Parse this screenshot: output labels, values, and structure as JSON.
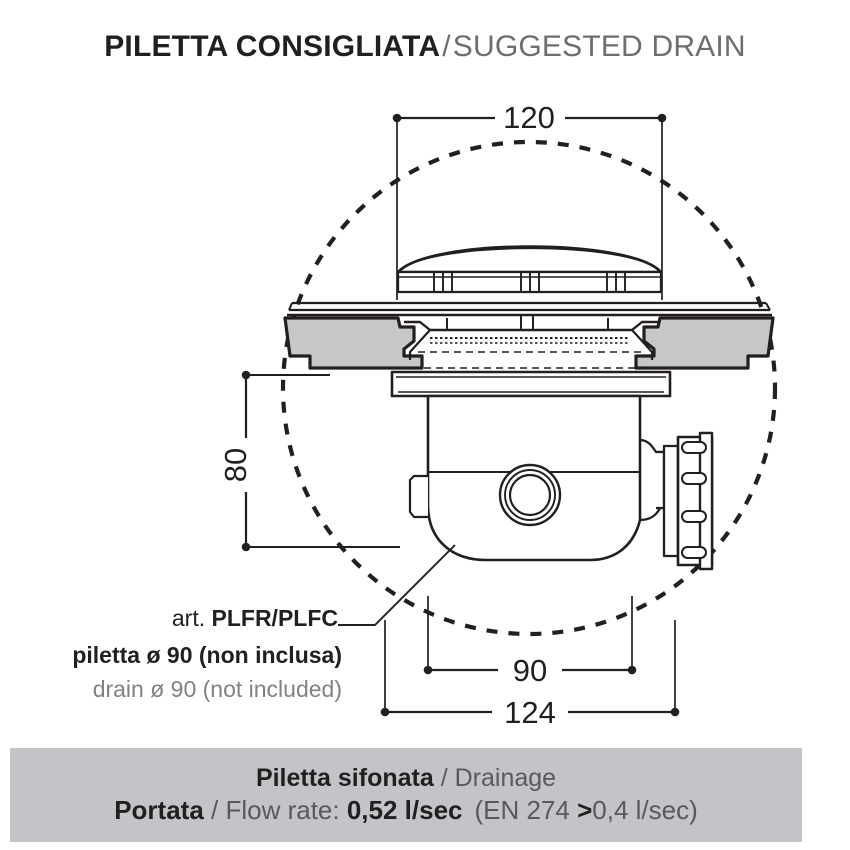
{
  "title": {
    "bold": "PILETTA CONSIGLIATA",
    "separator": "/",
    "light": "SUGGESTED DRAIN"
  },
  "dimensions": {
    "top_width": "120",
    "height_left": "80",
    "bottom_inner": "90",
    "bottom_outer": "124"
  },
  "annotation": {
    "line1_lead": "art. ",
    "line1_code": "PLFR/PLFC",
    "line2": "piletta ø 90 (non inclusa)",
    "line3": "drain ø 90 (not included)"
  },
  "footer": {
    "line1_bold": "Piletta sifonata",
    "line1_sep": " / ",
    "line1_light": "Drainage",
    "line2_bold": "Portata",
    "line2_sep": " / ",
    "line2_light": "Flow rate: ",
    "line2_value": "0,52 l/sec",
    "line2_note_open": "(EN 274 ",
    "line2_note_gt": ">",
    "line2_note_rest": "0,4 l/sec)"
  },
  "colors": {
    "line": "#231f20",
    "muted_text": "#6d6e71",
    "gray_fill": "#c6c7c9",
    "footer_bg": "#c2c4c7",
    "background": "#ffffff"
  },
  "drawing": {
    "circle_label": "dashed-boundary-circle",
    "parts": [
      "drain-cap-dome",
      "tray-top-plate",
      "shower-tray-section-left",
      "shower-tray-section-right",
      "drain-flange-collar",
      "siphon-body",
      "siphon-inspection-boss",
      "outlet-connector-ribbed"
    ]
  }
}
